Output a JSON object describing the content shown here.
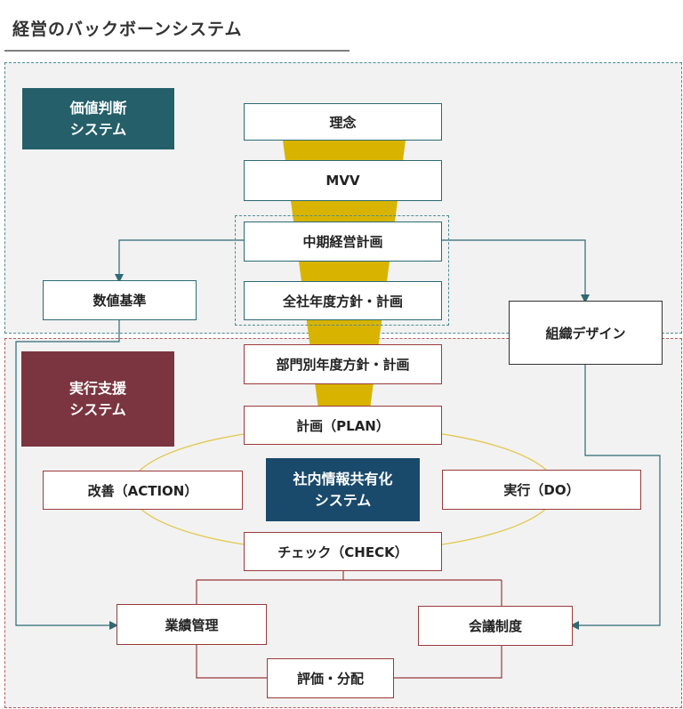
{
  "title": "経営のバックボーンシステム",
  "systems": {
    "value_judgement": "価値判断\nシステム",
    "execution_support": "実行支援\nシステム",
    "info_sharing": "社内情報共有化\nシステム"
  },
  "boxes": {
    "philosophy": "理念",
    "mvv": "MVV",
    "mid_term_plan": "中期経営計画",
    "company_annual_policy": "全社年度方針・計画",
    "department_annual_policy": "部門別年度方針・計画",
    "numeric_standard": "数値基準",
    "org_design": "組織デザイン",
    "plan": "計画（PLAN）",
    "action": "改善（ACTION）",
    "do": "実行（DO）",
    "check": "チェック（CHECK）",
    "performance_mgmt": "業績管理",
    "meeting_system": "会議制度",
    "evaluation": "評価・分配"
  },
  "colors": {
    "funnel": "#d8b400",
    "cycle": "#e1c84a",
    "teal_arrow": "#2e6a74",
    "red_line": "#9a3b3b"
  }
}
